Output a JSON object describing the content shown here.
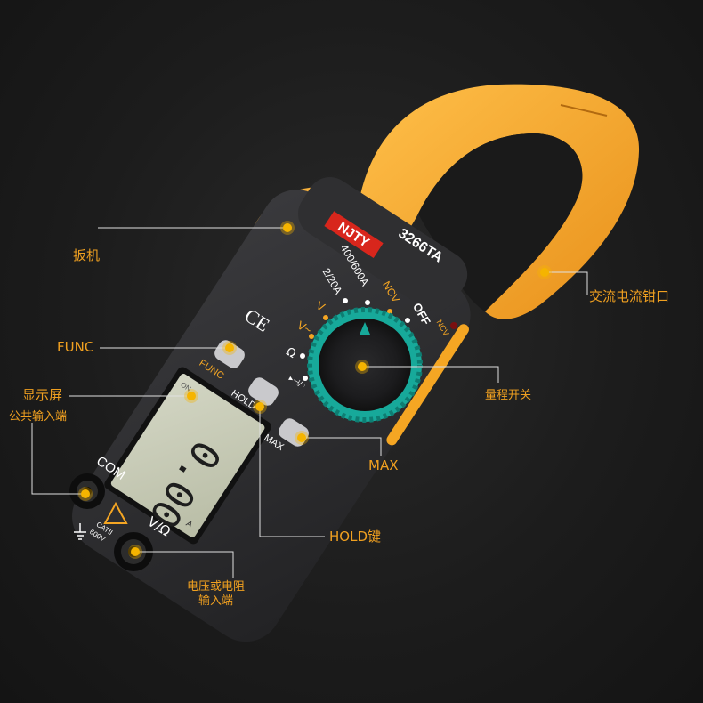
{
  "device": {
    "brand": "NJTY",
    "model": "3266TA",
    "ce_mark": "CE",
    "display_digits": "0.00",
    "display_unit": "A",
    "display_indicator": "ON",
    "ranges": {
      "amp_high": "400/600A",
      "amp_low": "2/20A",
      "ncv": "NCV",
      "off": "OFF",
      "volt_ac": "V~",
      "volt_dc": "V",
      "ohm": "Ω",
      "diode": "▸⊣/◦",
      "ncv_indicator": "NCV"
    },
    "buttons": {
      "func": "FUNC",
      "hold": "HOLD",
      "max": "MAX"
    },
    "terminals": {
      "com": "COM",
      "v_ohm": "V/Ω",
      "cat": "CATII",
      "volt_rating": "600V"
    }
  },
  "callouts": {
    "trigger": "扳机",
    "jaw": "交流电流钳口",
    "func": "FUNC",
    "display": "显示屏",
    "common_input": "公共输入端",
    "range_switch": "量程开关",
    "max": "MAX",
    "hold_key": "HOLD键",
    "voltage_resistance_line1": "电压或电阻",
    "voltage_resistance_line2": "输入端"
  },
  "colors": {
    "accent": "#f0a020",
    "jaw_orange": "#f5a623",
    "body_dark": "#2b2b2d",
    "dial_teal": "#1aa39a",
    "brand_red": "#d8261c",
    "lcd": "#c9ccb8"
  }
}
